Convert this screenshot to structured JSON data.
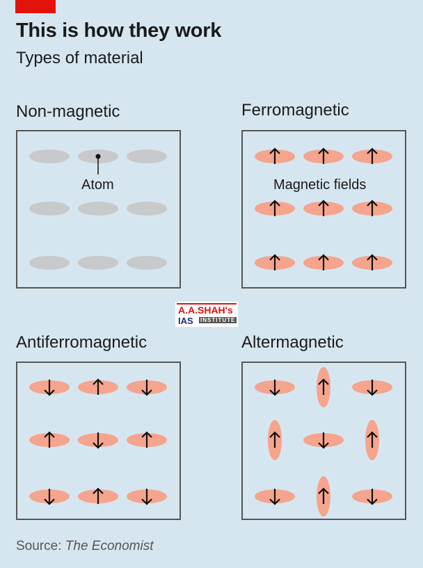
{
  "header": {
    "title": "This is how they work",
    "subtitle": "Types of material"
  },
  "colors": {
    "accent": "#e3120b",
    "atom": "#c8c9cb",
    "field": "#f5a48d"
  },
  "panels": [
    {
      "title": "Non-magnetic",
      "label": "Atom",
      "grid": [
        [
          "none-h",
          "none-h",
          "none-h"
        ],
        [
          "none-h",
          "none-h",
          "none-h"
        ],
        [
          "none-h",
          "none-h",
          "none-h"
        ]
      ]
    },
    {
      "title": "Ferromagnetic",
      "label": "Magnetic fields",
      "grid": [
        [
          "up-h",
          "up-h",
          "up-h"
        ],
        [
          "up-h",
          "up-h",
          "up-h"
        ],
        [
          "up-h",
          "up-h",
          "up-h"
        ]
      ]
    },
    {
      "title": "Antiferromagnetic",
      "grid": [
        [
          "down-h",
          "up-h",
          "down-h"
        ],
        [
          "up-h",
          "down-h",
          "up-h"
        ],
        [
          "down-h",
          "up-h",
          "down-h"
        ]
      ]
    },
    {
      "title": "Altermagnetic",
      "grid": [
        [
          "down-h",
          "up-v",
          "down-h"
        ],
        [
          "up-v",
          "down-h",
          "up-v"
        ],
        [
          "down-h",
          "up-v",
          "down-h"
        ]
      ]
    }
  ],
  "logo": {
    "line1": "A.A.SHAH's",
    "line2": "IAS",
    "line3": "INSTITUTE"
  },
  "source": {
    "prefix": "Source: ",
    "name": "The Economist"
  }
}
